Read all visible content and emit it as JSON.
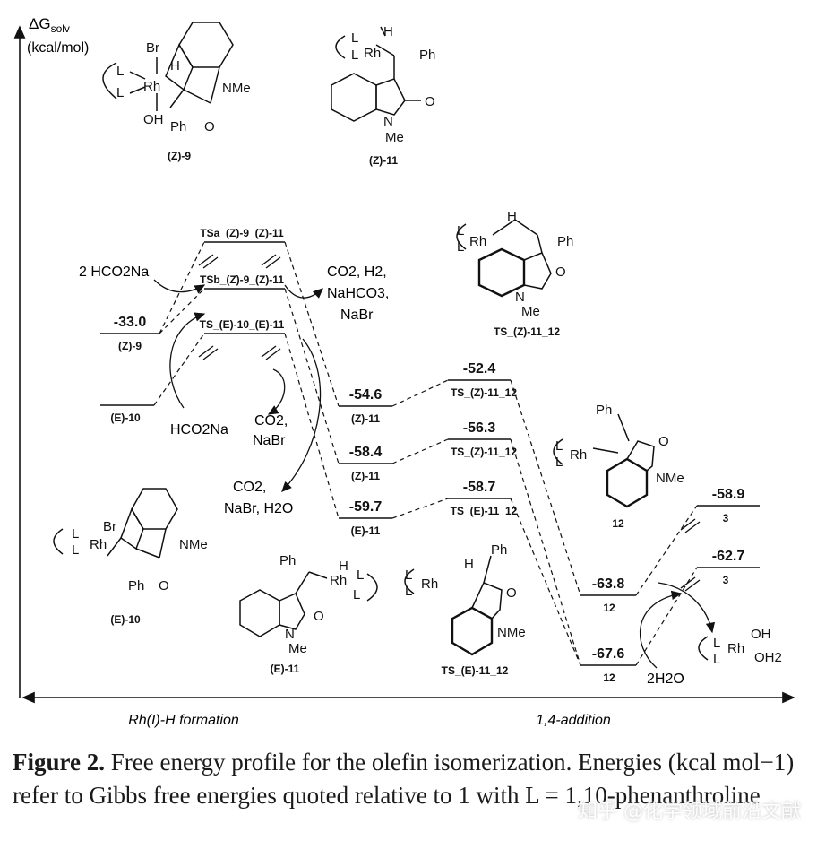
{
  "chart_data": {
    "type": "energy-profile",
    "ylabel": "ΔG",
    "ylabel_sub": "solv",
    "yunit": "(kcal/mol)",
    "sections": [
      {
        "label": "Rh(I)-H formation"
      },
      {
        "label": "1,4-addition"
      }
    ],
    "levels": [
      {
        "id": "z9",
        "label": "(Z)-9",
        "value": -33.0,
        "value_text": "-33.0"
      },
      {
        "id": "e10",
        "label": "(E)-10",
        "value": null,
        "value_text": ""
      },
      {
        "id": "tsa",
        "label": "TSa_(Z)-9_(Z)-11",
        "value": null,
        "value_text": ""
      },
      {
        "id": "tsb",
        "label": "TSb_(Z)-9_(Z)-11",
        "value": null,
        "value_text": ""
      },
      {
        "id": "tse",
        "label": "TS_(E)-10_(E)-11",
        "value": null,
        "value_text": ""
      },
      {
        "id": "z11a",
        "label": "(Z)-11",
        "value": -54.6,
        "value_text": "-54.6"
      },
      {
        "id": "z11b",
        "label": "(Z)-11",
        "value": -58.4,
        "value_text": "-58.4"
      },
      {
        "id": "e11",
        "label": "(E)-11",
        "value": -59.7,
        "value_text": "-59.7"
      },
      {
        "id": "tsz1",
        "label": "TS_(Z)-11_12",
        "value": -52.4,
        "value_text": "-52.4"
      },
      {
        "id": "tsz2",
        "label": "TS_(Z)-11_12",
        "value": -56.3,
        "value_text": "-56.3"
      },
      {
        "id": "tse2",
        "label": "TS_(E)-11_12",
        "value": -58.7,
        "value_text": "-58.7"
      },
      {
        "id": "p12a",
        "label": "12",
        "value": -63.8,
        "value_text": "-63.8"
      },
      {
        "id": "p12b",
        "label": "12",
        "value": -67.6,
        "value_text": "-67.6"
      },
      {
        "id": "p3a",
        "label": "3",
        "value": -58.9,
        "value_text": "-58.9"
      },
      {
        "id": "p3b",
        "label": "3",
        "value": -62.7,
        "value_text": "-62.7"
      }
    ],
    "reagents": [
      {
        "id": "r1",
        "text": "2 HCO2Na"
      },
      {
        "id": "r2",
        "text": "CO2, H2,"
      },
      {
        "id": "r3",
        "text": "NaHCO3,"
      },
      {
        "id": "r4",
        "text": "NaBr"
      },
      {
        "id": "r5",
        "text": "HCO2Na"
      },
      {
        "id": "r6",
        "text": "CO2,"
      },
      {
        "id": "r7",
        "text": "NaBr"
      },
      {
        "id": "r8",
        "text": "CO2,"
      },
      {
        "id": "r9",
        "text": "NaBr, H2O"
      },
      {
        "id": "r10",
        "text": "2H2O"
      }
    ],
    "structures": [
      {
        "id": "s1",
        "label": "(Z)-9"
      },
      {
        "id": "s2",
        "label": "(Z)-11"
      },
      {
        "id": "s3",
        "label": "TS_(Z)-11_12"
      },
      {
        "id": "s4",
        "label": "12"
      },
      {
        "id": "s5",
        "label": "(E)-10"
      },
      {
        "id": "s6",
        "label": "(E)-11"
      },
      {
        "id": "s7",
        "label": "TS_(E)-11_12"
      }
    ],
    "structure_atoms": {
      "br": "Br",
      "rh": "Rh",
      "h": "H",
      "nme": "NMe",
      "oh": "OH",
      "ph": "Ph",
      "l": "L",
      "o": "O",
      "n": "N",
      "me": "Me",
      "oh2": "OH2"
    }
  },
  "caption": {
    "label": "Figure 2.",
    "text": "Free energy profile for the olefin isomerization. Energies (kcal mol−1) refer to Gibbs free energies quoted relative to 1 with L = 1,10-phenanthroline"
  },
  "watermark": "知乎 @化学领域前沿文献"
}
